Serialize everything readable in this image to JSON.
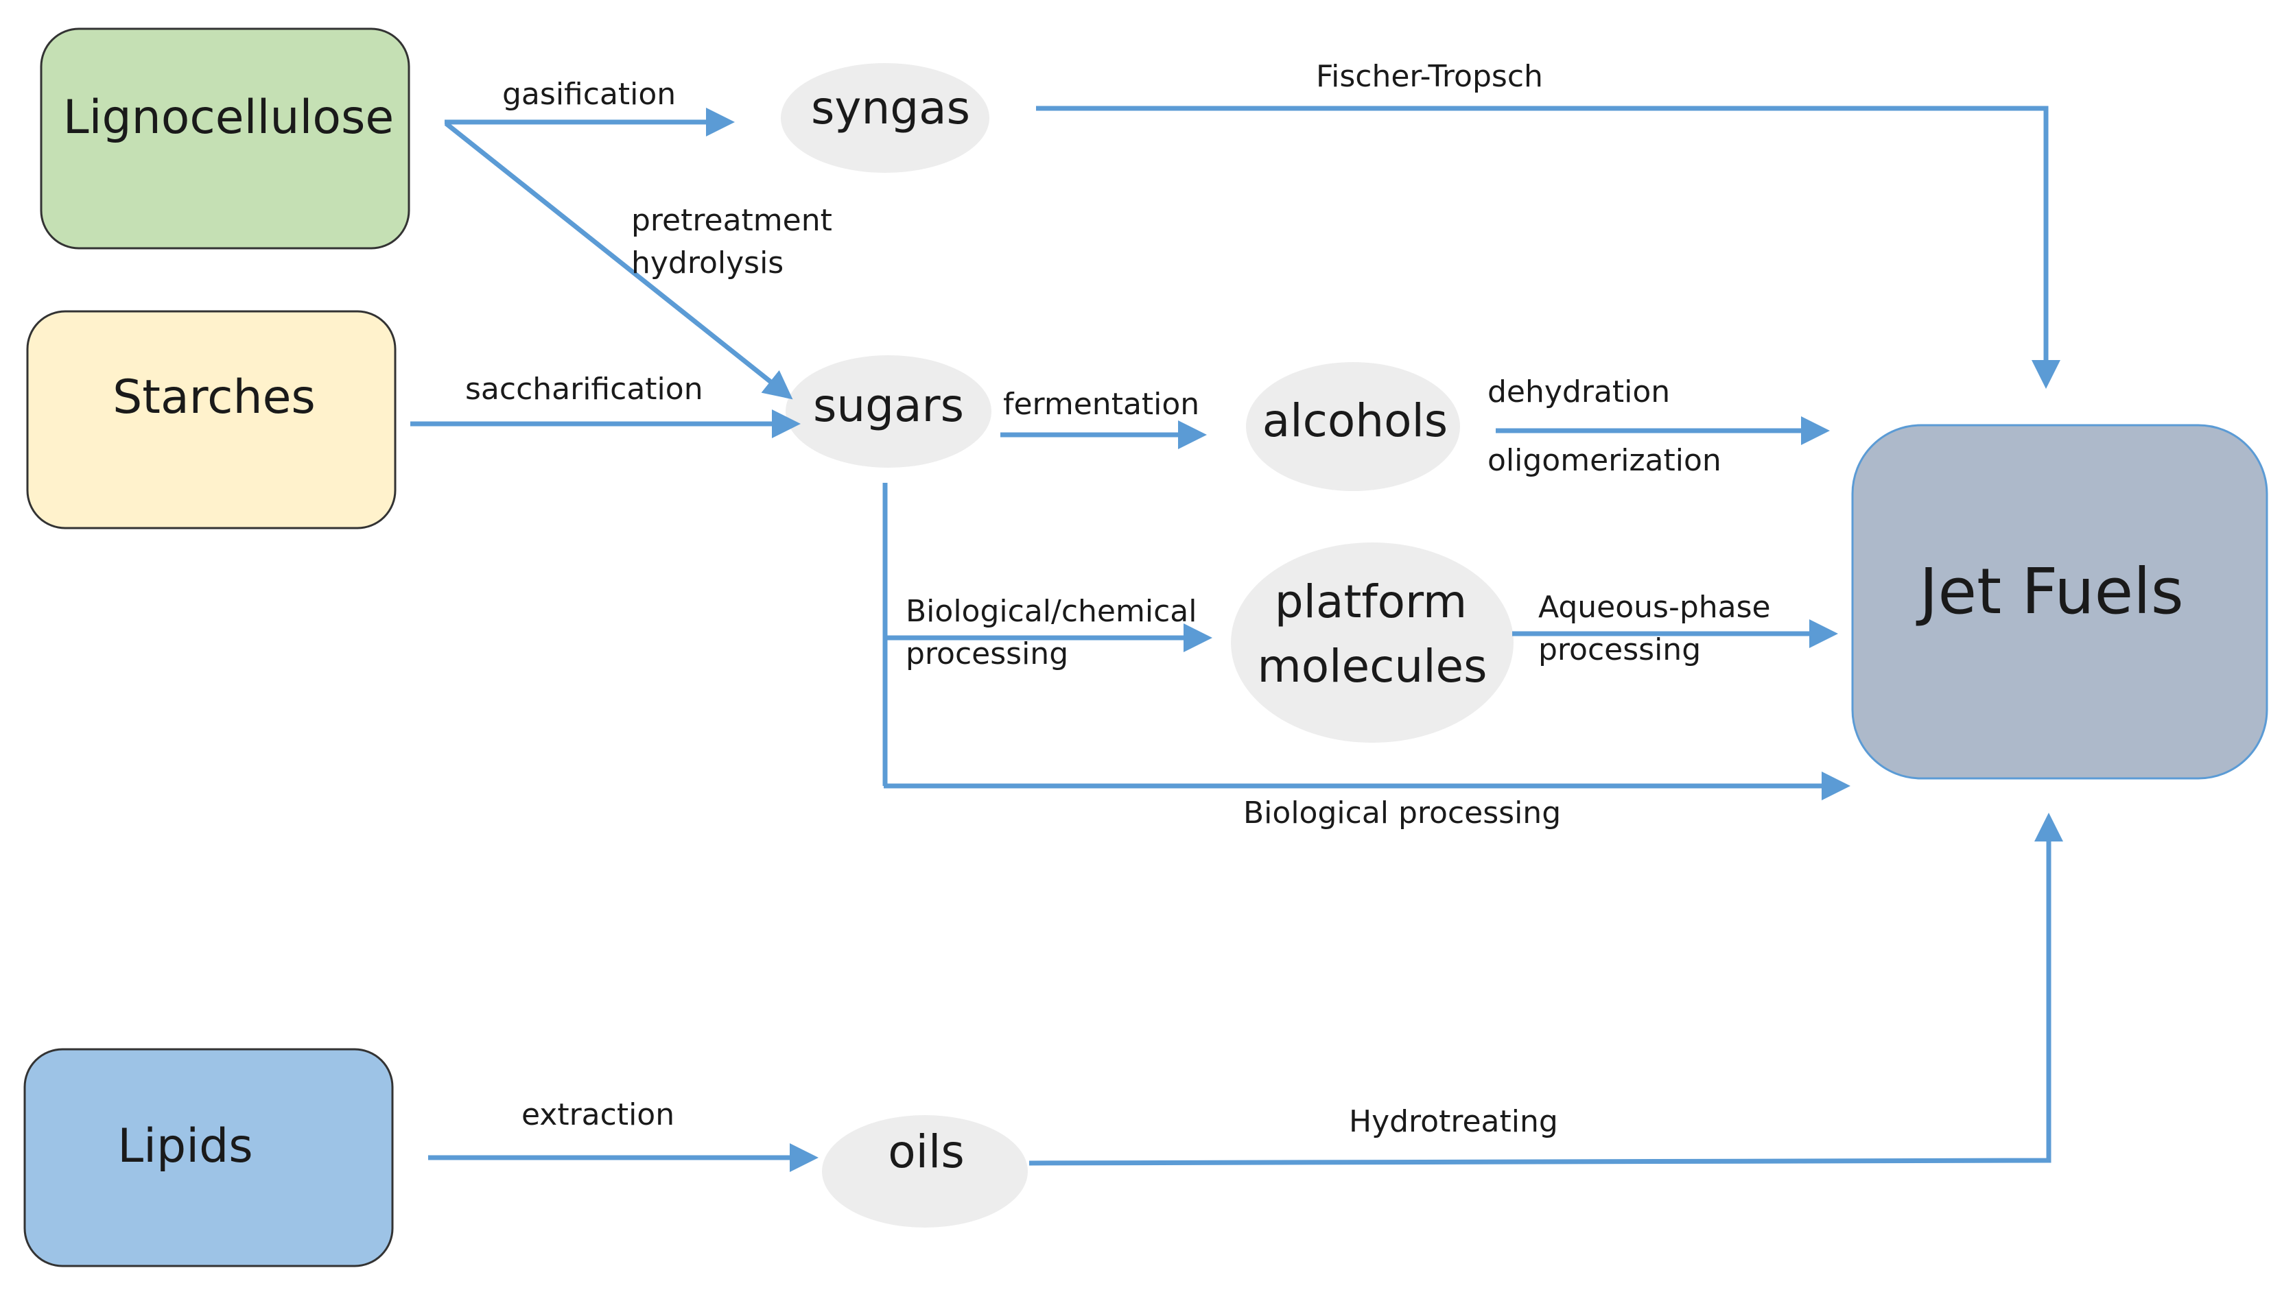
{
  "colors": {
    "arrow": "#5b9bd5",
    "lignocellulose_fill": "#c5e0b4",
    "starches_fill": "#fff2cc",
    "lipids_fill": "#9dc3e6",
    "jetfuels_fill": "#adb9ca",
    "intermediate_fill": "#ededed",
    "box_stroke": "#333333",
    "jetfuels_stroke": "#5b9bd5"
  },
  "nodes": {
    "lignocellulose": "Lignocellulose",
    "starches": "Starches",
    "lipids": "Lipids",
    "syngas": "syngas",
    "sugars": "sugars",
    "alcohols": "alcohols",
    "platform_line1": "platform",
    "platform_line2": "molecules",
    "oils": "oils",
    "jet_fuels": "Jet Fuels"
  },
  "edges": {
    "gasification": "gasification",
    "fischer_tropsch": "Fischer-Tropsch",
    "pretreatment": "pretreatment",
    "hydrolysis": "hydrolysis",
    "saccharification": "saccharification",
    "fermentation": "fermentation",
    "dehydration": "dehydration",
    "oligomerization": "oligomerization",
    "bio_chem_line1": "Biological/chemical",
    "bio_chem_line2": "processing",
    "aqueous_line1": "Aqueous-phase",
    "aqueous_line2": "processing",
    "biological_processing": "Biological processing",
    "extraction": "extraction",
    "hydrotreating": "Hydrotreating"
  }
}
